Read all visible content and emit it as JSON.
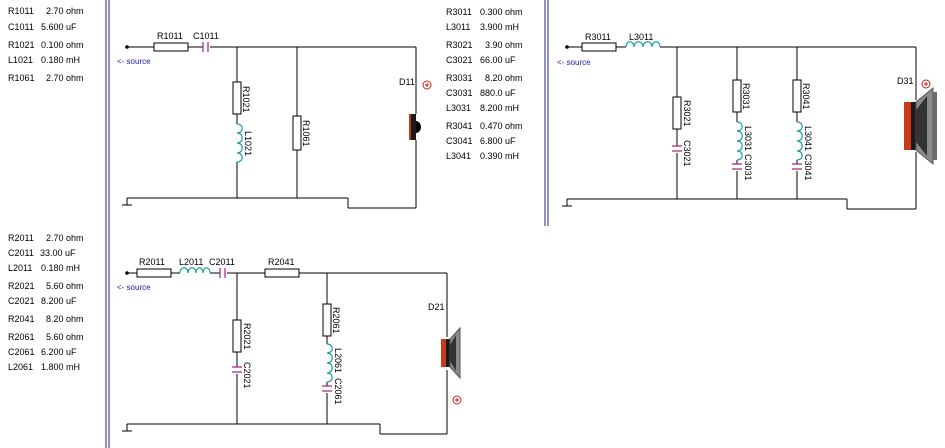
{
  "circuits": [
    {
      "id": "D11",
      "components": [
        {
          "label": "R1011",
          "value": "2.70 ohm"
        },
        {
          "label": "C1011",
          "value": "5.600 uF"
        },
        {
          "label": "R1021",
          "value": "0.100 ohm"
        },
        {
          "label": "L1021",
          "value": "0.180 mH"
        },
        {
          "label": "R1061",
          "value": "2.70 ohm"
        }
      ],
      "schematic": {
        "source": "<- source",
        "labels": {
          "r1011": "R1011",
          "c1011": "C1011",
          "r1021": "R1021",
          "l1021": "L1021",
          "r1061": "R1061",
          "driver": "D11"
        }
      }
    },
    {
      "id": "D21",
      "components": [
        {
          "label": "R2011",
          "value": "2.70 ohm"
        },
        {
          "label": "C2011",
          "value": "33.00 uF"
        },
        {
          "label": "L2011",
          "value": "0.180 mH"
        },
        {
          "label": "R2021",
          "value": "5.60 ohm"
        },
        {
          "label": "C2021",
          "value": "8.200 uF"
        },
        {
          "label": "R2041",
          "value": "8.20 ohm"
        },
        {
          "label": "R2061",
          "value": "5.60 ohm"
        },
        {
          "label": "C2061",
          "value": "6.200 uF"
        },
        {
          "label": "L2061",
          "value": "1.800 mH"
        }
      ],
      "schematic": {
        "source": "<- source",
        "labels": {
          "r2011": "R2011",
          "l2011": "L2011",
          "c2011": "C2011",
          "r2041": "R2041",
          "r2021": "R2021",
          "c2021": "C2021",
          "r2061": "R2061",
          "l2061": "L2061",
          "c2061": "C2061",
          "driver": "D21"
        }
      }
    },
    {
      "id": "D31",
      "components": [
        {
          "label": "R3011",
          "value": "0.300 ohm"
        },
        {
          "label": "L3011",
          "value": "3.900 mH"
        },
        {
          "label": "R3021",
          "value": "3.90 ohm"
        },
        {
          "label": "C3021",
          "value": "66.00 uF"
        },
        {
          "label": "R3031",
          "value": "8.20 ohm"
        },
        {
          "label": "C3031",
          "value": "880.0 uF"
        },
        {
          "label": "L3031",
          "value": "8.200 mH"
        },
        {
          "label": "R3041",
          "value": "0.470 ohm"
        },
        {
          "label": "C3041",
          "value": "6.800 uF"
        },
        {
          "label": "L3041",
          "value": "0.390 mH"
        }
      ],
      "schematic": {
        "source": "<- source",
        "labels": {
          "r3011": "R3011",
          "l3011": "L3011",
          "r3021": "R3021",
          "c3021": "C3021",
          "r3031": "R3031",
          "l3031": "L3031",
          "c3031": "C3031",
          "r3041": "R3041",
          "l3041": "L3041",
          "c3041": "C3041",
          "driver": "D31"
        }
      }
    }
  ],
  "colors": {
    "wire": "#000000",
    "inductor": "#1aa09a",
    "capacitor": "#a0207a",
    "separator": "#1f2a8c",
    "source_text": "#1a1aa8",
    "polarity": "#d0201c",
    "speaker_cone": "#555555",
    "speaker_magnet": "#c83a1a"
  }
}
